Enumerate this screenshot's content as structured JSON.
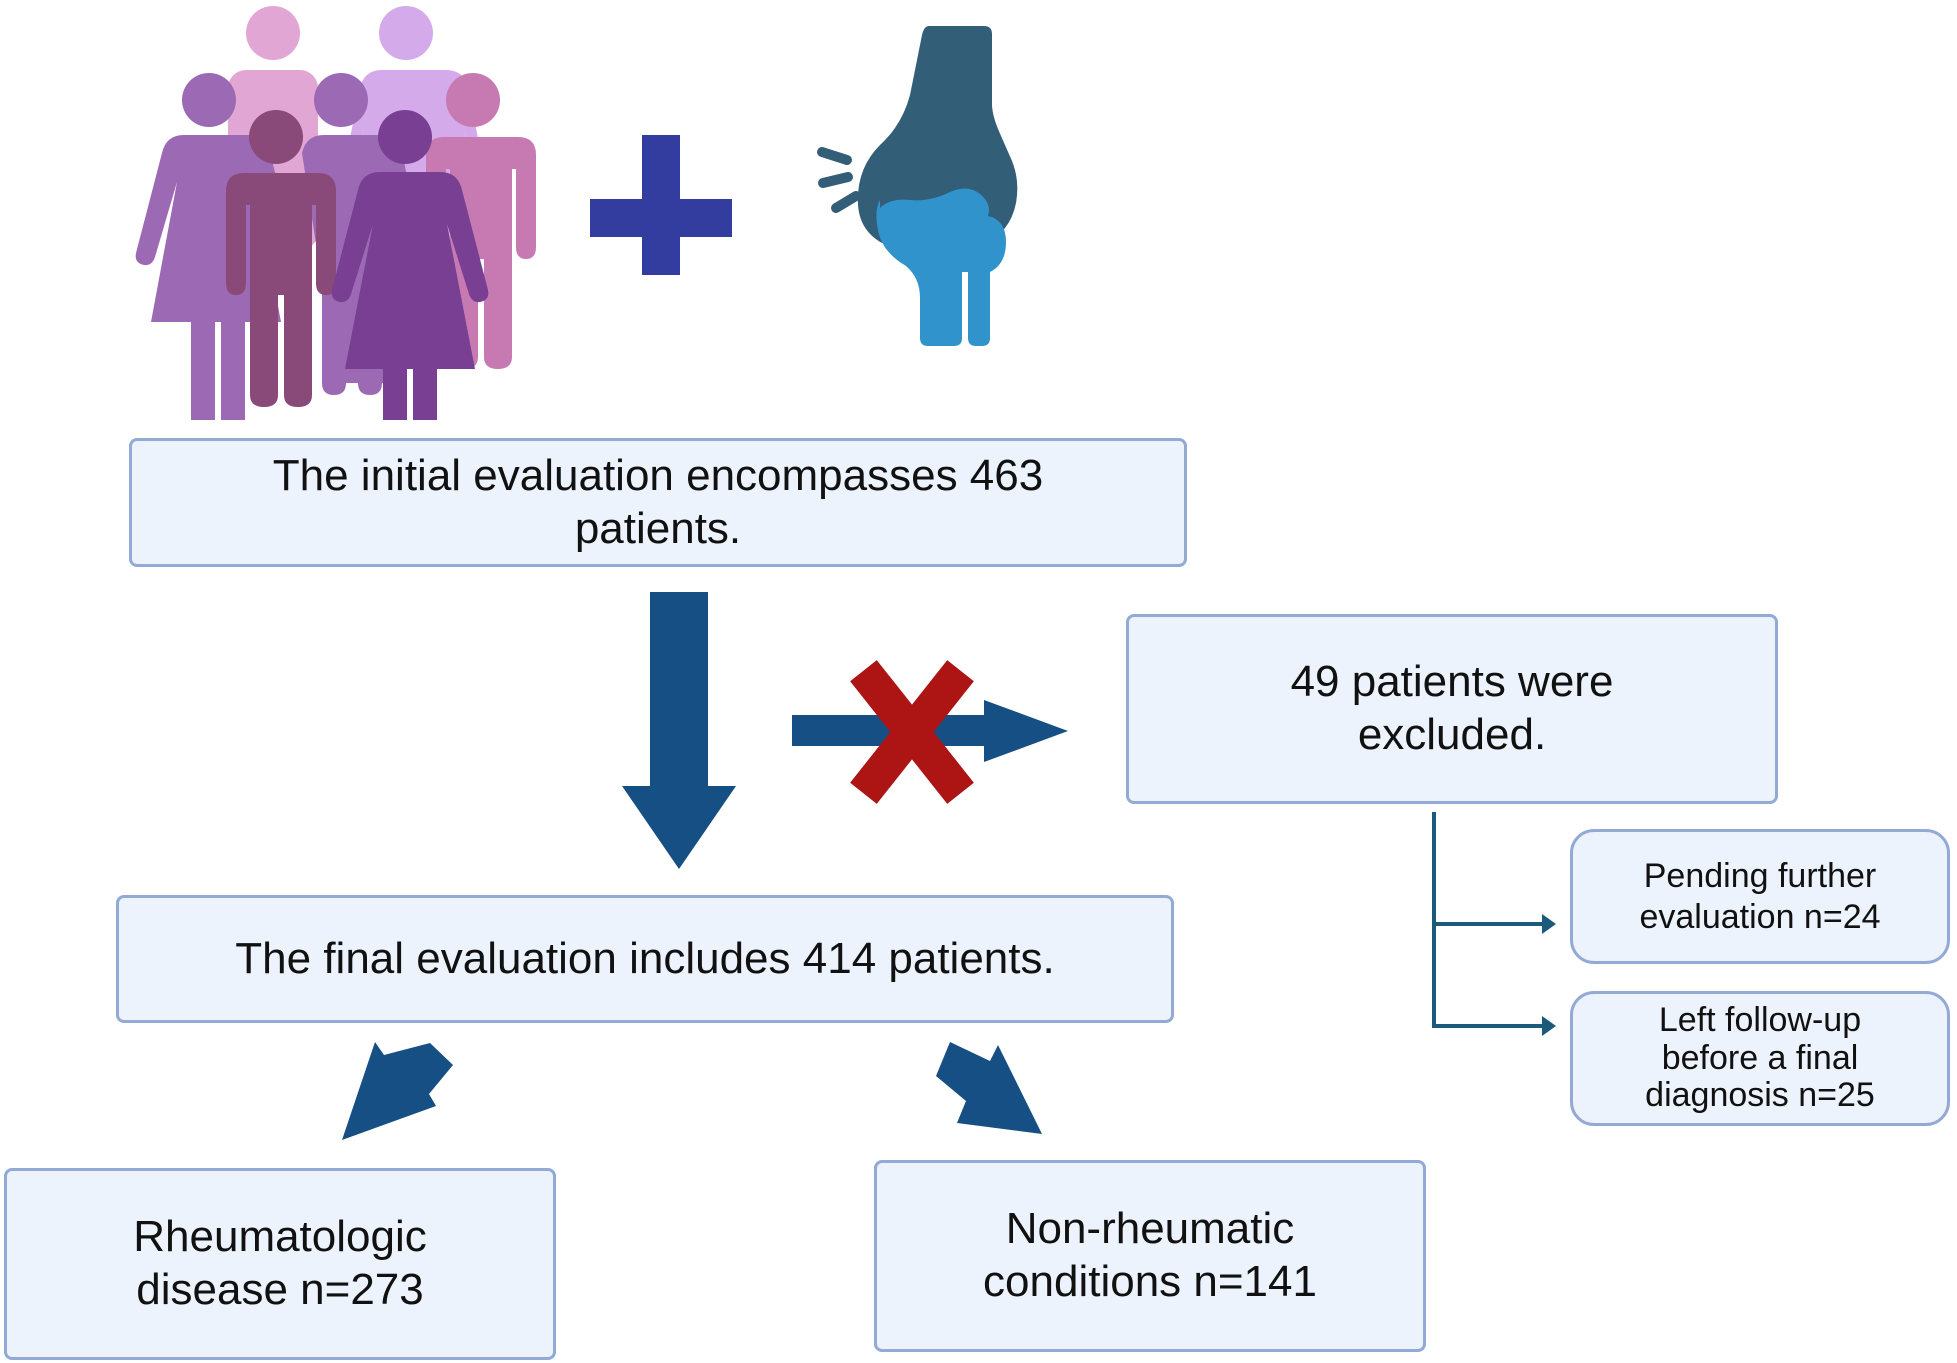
{
  "title": "Patient flow diagram",
  "colors": {
    "box_fill": "#edf3fc",
    "box_border": "#93aad5",
    "arrow_blue": "#154f84",
    "connector_teal": "#1b5a7a",
    "cross_red": "#ad1515",
    "plus_blue": "#333d9f",
    "bone_dark": "#325e78",
    "bone_light": "#3193cb",
    "people": [
      "#e2a6d5",
      "#d5aaea",
      "#9c6ab5",
      "#8a4a79",
      "#783f92",
      "#c77ab2"
    ]
  },
  "icons": {
    "people": "people-group-icon",
    "plus": "plus-icon",
    "joint": "knee-joint-pain-icon",
    "excluded": "red-x-icon"
  },
  "boxes": {
    "initial": {
      "text": "The initial evaluation encompasses 463 patients.",
      "n": 463
    },
    "excluded": {
      "text": "49 patients were excluded.",
      "n": 49
    },
    "final": {
      "text": "The final evaluation includes 414 patients.",
      "n": 414
    },
    "pending": {
      "text": "Pending further evaluation n=24",
      "n": 24
    },
    "left_followup": {
      "text": "Left follow-up before a final diagnosis n=25",
      "n": 25
    },
    "rheumatologic": {
      "text": "Rheumatologic disease n=273",
      "n": 273
    },
    "non_rheumatic": {
      "text": "Non-rheumatic conditions n=141",
      "n": 141
    }
  }
}
